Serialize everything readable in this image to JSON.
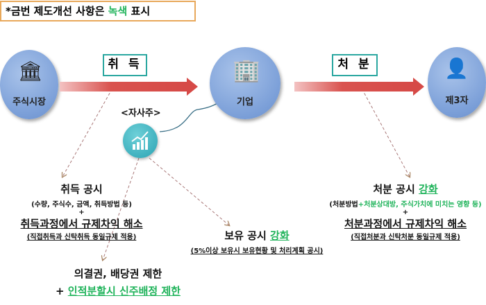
{
  "legend": {
    "prefix": "*금번 제도개선 사항은 ",
    "highlight": "녹색",
    "suffix": " 표시"
  },
  "nodes": {
    "market": "주식시장",
    "company": "기업",
    "third_party": "제3자",
    "treasury": "<자사주>"
  },
  "steps": {
    "acquire": "취 득",
    "dispose": "처 분"
  },
  "acquisition": {
    "title": "취득 공시",
    "detail": "(수량, 주식수, 금액, 취득방법 등)",
    "plus": "+",
    "green_title": "취득과정에서 규제차익 해소",
    "green_detail": "(직접취득과 신탁취득 동일규제 적용)"
  },
  "holding": {
    "title": "보유 공시 ",
    "title_green": "강화",
    "detail": "(5%이상 보유시 보유현황 및 처리계획 공시)"
  },
  "rights": {
    "title": "의결권, 배당권 제한",
    "plus": "+ ",
    "green": "인적분할시 신주배정 제한"
  },
  "disposal": {
    "title": "처분 공시 ",
    "title_green": "강화",
    "detail_black": "(처분방법",
    "detail_green": "+처분상대방, 주식가치에 미치는 영향 등)",
    "plus": "+",
    "green_title": "처분과정에서 규제차익 해소",
    "green_detail": "(직접처분과 신탁처분 동일규제 적용)"
  },
  "colors": {
    "green": "#1fb35a",
    "arrow": "#d64a47",
    "box_border": "#2aa7a0",
    "legend_border": "#e8a85a"
  }
}
